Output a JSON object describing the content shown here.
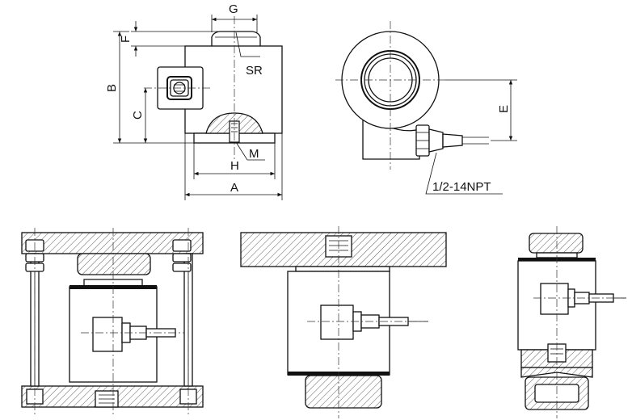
{
  "labels": {
    "g": "G",
    "f": "F",
    "sr": "SR",
    "b": "B",
    "c": "C",
    "m": "M",
    "h": "H",
    "a": "A",
    "e": "E",
    "thread": "1/2-14NPT"
  },
  "colors": {
    "line": "#111111",
    "background": "#ffffff"
  }
}
